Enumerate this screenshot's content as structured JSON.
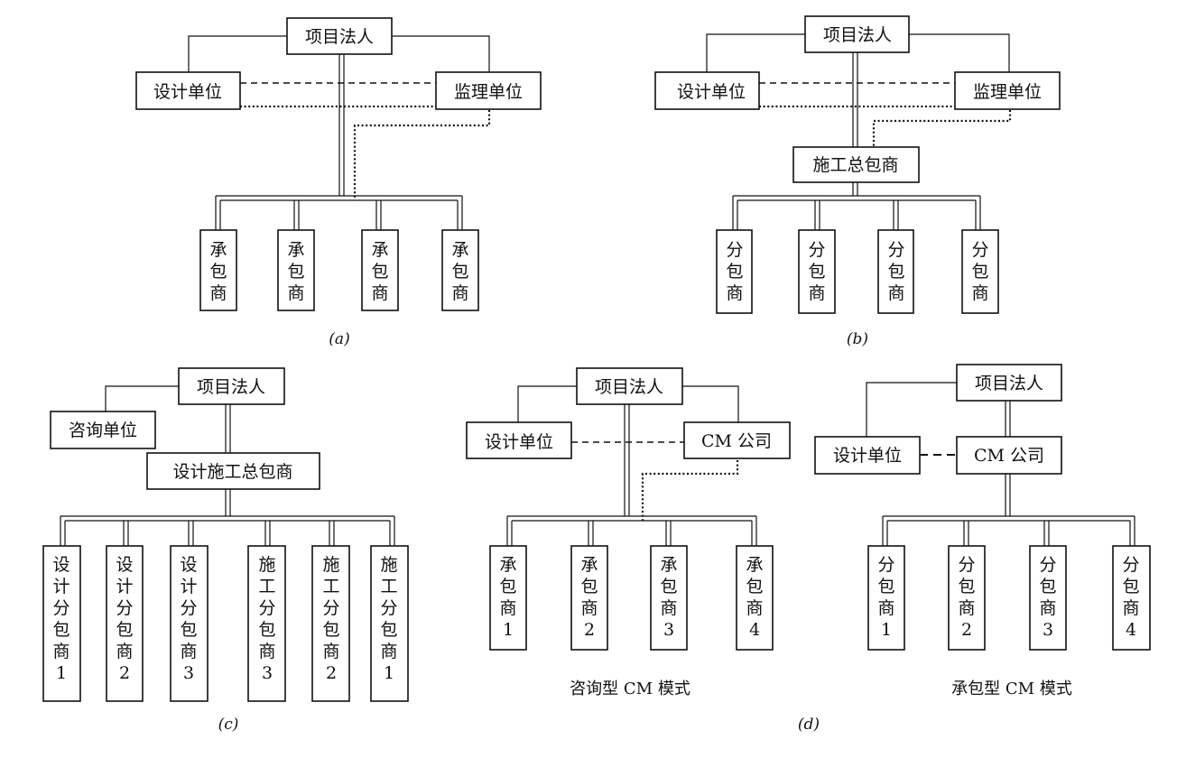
{
  "labels": {
    "owner": "项目法人",
    "designer": "设计单位",
    "supervisor": "监理单位",
    "contractor": "承包商",
    "general_contractor": "施工总包商",
    "subcontractor": "分包商",
    "consultant": "咨询单位",
    "design_build_contractor": "设计施工总包商",
    "design_sub_1": "设计分包商1",
    "design_sub_2": "设计分包商2",
    "design_sub_3": "设计分包商3",
    "construction_sub_3": "施工分包商3",
    "construction_sub_2": "施工分包商2",
    "construction_sub_1": "施工分包商1",
    "cm_company": "CM 公司",
    "contractor_1": "承包商1",
    "contractor_2": "承包商2",
    "contractor_3": "承包商3",
    "contractor_4": "承包商4",
    "subcontractor_1": "分包商1",
    "subcontractor_2": "分包商2",
    "subcontractor_3": "分包商3",
    "subcontractor_4": "分包商4"
  },
  "captions": {
    "panel_a": "(a)",
    "panel_b": "(b)",
    "panel_c": "(c)",
    "panel_d": "(d)",
    "consulting_cm": "咨询型 CM 模式",
    "contracting_cm": "承包型 CM 模式"
  }
}
